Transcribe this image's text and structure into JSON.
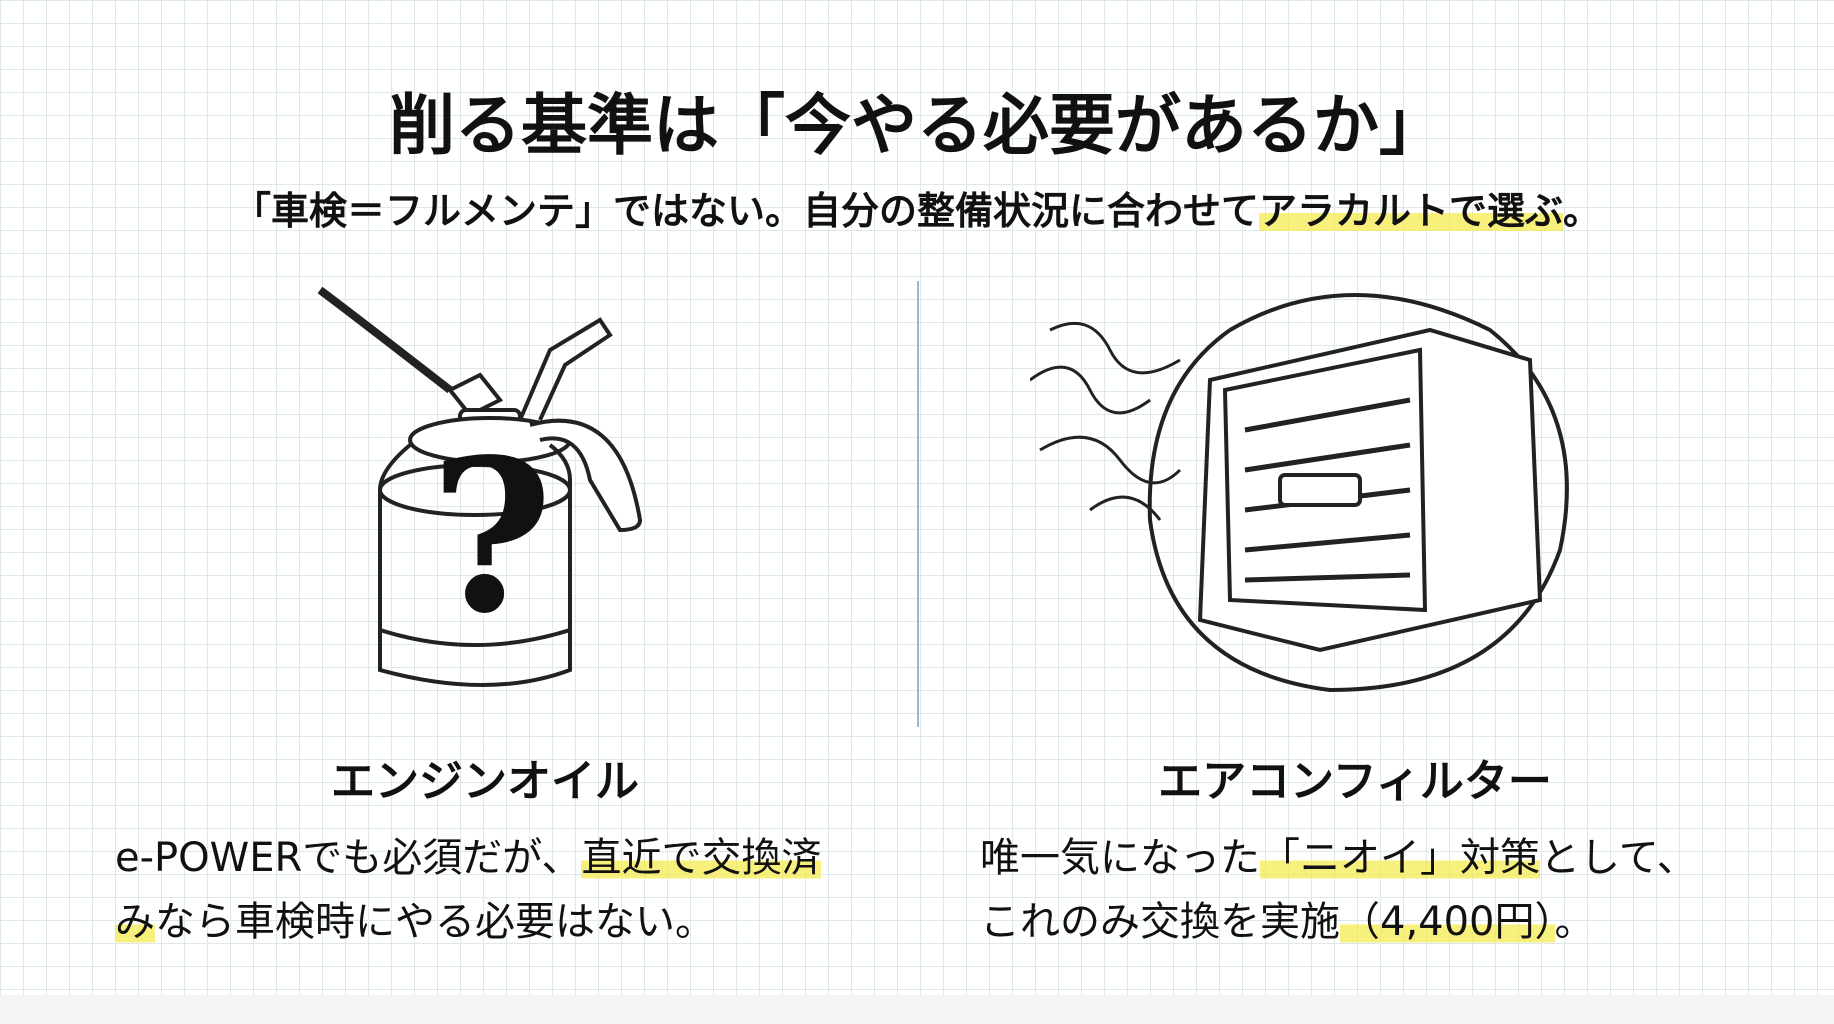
{
  "title": "削る基準は「今やる必要があるか」",
  "subtitle": {
    "before": "「車検＝フルメンテ」ではない。自分の整備状況に合わせて",
    "highlight": "アラカルトで選ぶ",
    "after": "。"
  },
  "left": {
    "icon": "oil-can-question-icon",
    "heading": "エンジンオイル",
    "body": {
      "before": "e-POWERでも必須だが、",
      "highlight1": "直近で交換済",
      "highlight2": "み",
      "after": "なら車検時にやる必要はない。"
    }
  },
  "right": {
    "icon": "air-vent-filter-icon",
    "heading": "エアコンフィルター",
    "body": {
      "before": "唯一気になった",
      "highlight1": "「ニオイ」対策",
      "mid": "として、",
      "line2": "これのみ交換を実施",
      "highlight2": "（4,400円）",
      "after": "。"
    }
  },
  "colors": {
    "highlight": "#f5eb50",
    "divider": "#9bb8c8",
    "grid": "#dde7ee"
  }
}
